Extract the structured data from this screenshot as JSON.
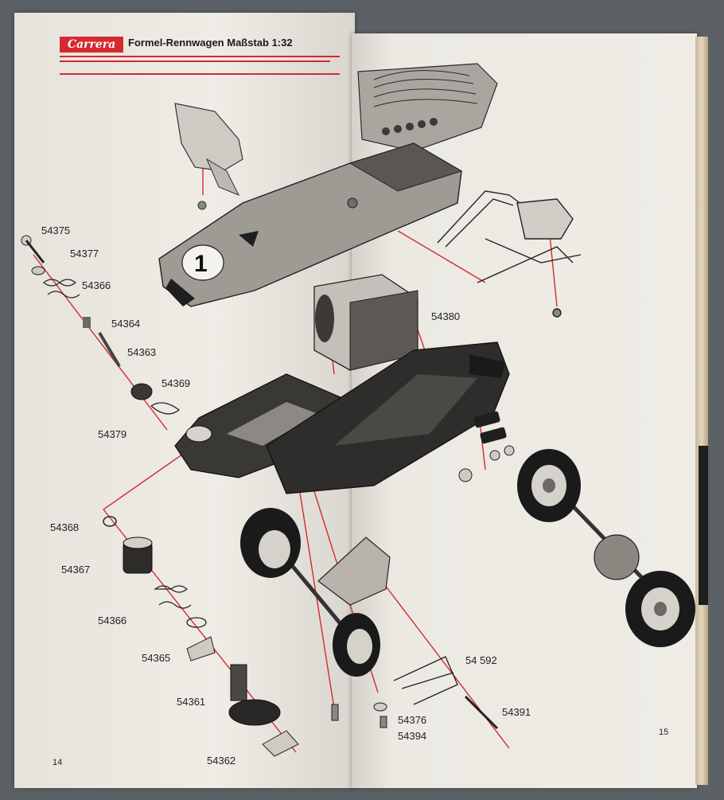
{
  "header": {
    "logo_text": "Carrera",
    "title": "Formel-Rennwagen Maßstab 1:32"
  },
  "pages": {
    "left_number": "14",
    "right_number": "15"
  },
  "car_number": "1",
  "parts": [
    {
      "id": "54375",
      "label": "54375"
    },
    {
      "id": "54377",
      "label": "54377"
    },
    {
      "id": "54366a",
      "label": "54366"
    },
    {
      "id": "54364",
      "label": "54364"
    },
    {
      "id": "54363",
      "label": "54363"
    },
    {
      "id": "54369",
      "label": "54369"
    },
    {
      "id": "54379",
      "label": "54379"
    },
    {
      "id": "54368",
      "label": "54368"
    },
    {
      "id": "54367",
      "label": "54367"
    },
    {
      "id": "54366b",
      "label": "54366"
    },
    {
      "id": "54365",
      "label": "54365"
    },
    {
      "id": "54361",
      "label": "54361"
    },
    {
      "id": "54362",
      "label": "54362"
    },
    {
      "id": "54380",
      "label": "54380"
    },
    {
      "id": "54592",
      "label": "54 592"
    },
    {
      "id": "54391",
      "label": "54391"
    },
    {
      "id": "54376",
      "label": "54376"
    },
    {
      "id": "54394",
      "label": "54394"
    }
  ],
  "colors": {
    "accent_red": "#d42a2f",
    "paper": "#ece9e2",
    "ink": "#222222"
  }
}
